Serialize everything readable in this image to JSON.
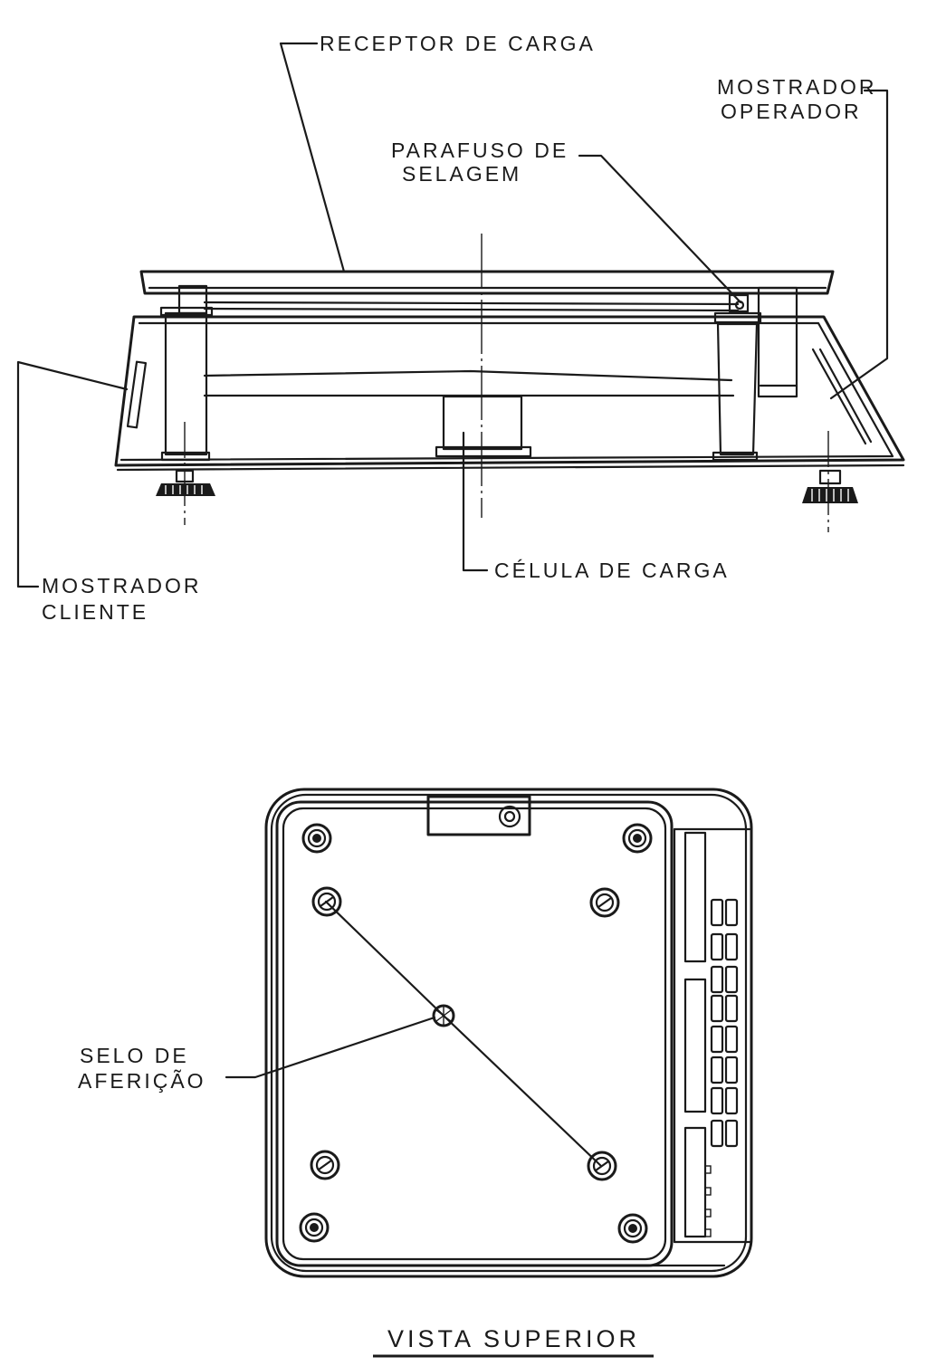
{
  "labels": {
    "receptor_de_carga": "RECEPTOR DE CARGA",
    "mostrador_operador_1": "MOSTRADOR",
    "mostrador_operador_2": "OPERADOR",
    "parafuso_1": "PARAFUSO DE",
    "parafuso_2": "SELAGEM",
    "mostrador_cliente_1": "MOSTRADOR",
    "mostrador_cliente_2": "CLIENTE",
    "celula_de_carga": "CÉLULA DE CARGA",
    "selo_1": "SELO DE",
    "selo_2": "AFERIÇÃO",
    "vista_superior": "VISTA SUPERIOR"
  },
  "icons": {
    "screw": "slotted-screw-icon",
    "foot": "adjustable-foot-icon",
    "key": "keypad-key-icon"
  }
}
